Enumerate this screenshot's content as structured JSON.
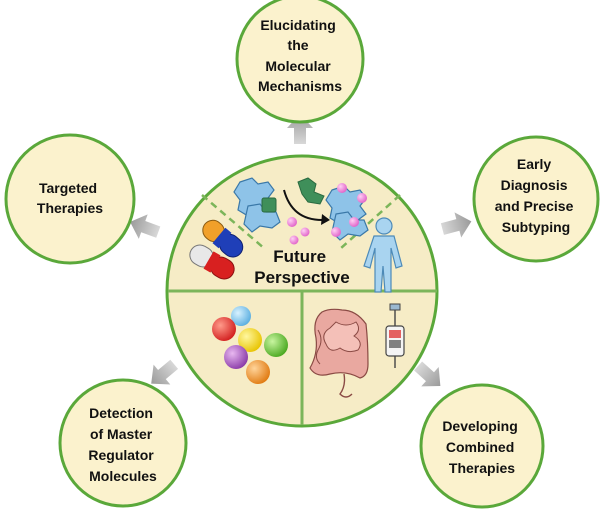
{
  "diagram": {
    "center": {
      "title_lines": [
        "Future",
        "Perspective"
      ]
    },
    "nodes": [
      {
        "id": "top",
        "lines": [
          "Elucidating",
          "the",
          "Molecular",
          "Mechanisms"
        ]
      },
      {
        "id": "left",
        "lines": [
          "Targeted",
          "Therapies"
        ]
      },
      {
        "id": "right",
        "lines": [
          "Early",
          "Diagnosis",
          "and Precise",
          "Subtyping"
        ]
      },
      {
        "id": "bottom-left",
        "lines": [
          "Detection",
          "of Master",
          "Regulator",
          "Molecules"
        ]
      },
      {
        "id": "bottom-right",
        "lines": [
          "Developing",
          "Combined",
          "Therapies"
        ]
      }
    ]
  },
  "colors": {
    "node_fill": "#fbf2cd",
    "node_stroke": "#5aa83a",
    "center_fill": "#f6ecc6",
    "divider": "#7cb55a",
    "arrow": "#a3a3a3"
  }
}
